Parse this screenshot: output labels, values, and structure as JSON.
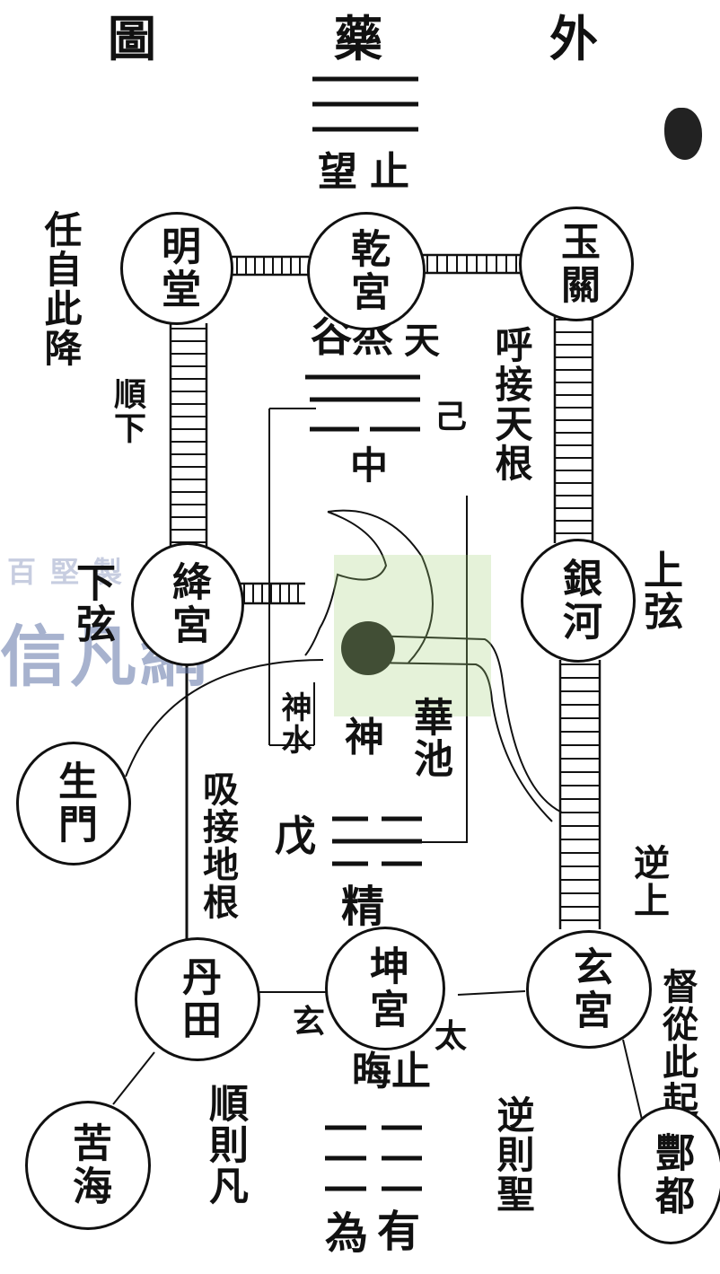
{
  "title": {
    "right": "外",
    "middle": "藥",
    "left": "圖"
  },
  "labels": {
    "top_caption": "望止",
    "ren_zi_ci_jiang": "任自此降",
    "shun_xia": "順下",
    "hu_jie_tian_gen": "呼接天根",
    "tian": "天",
    "gu_chao": "谷烝",
    "ji": "己",
    "zhong": "中",
    "xia_xian": "下弦",
    "shang_xian": "上弦",
    "shen_shui": "神水",
    "shen": "神",
    "hua_chi": "華池",
    "wu": "戊",
    "xi_jie_di_gen": "吸接地根",
    "jing": "精",
    "ni_shang": "逆上",
    "du_cong_ci_qi": "督從此起",
    "xuan": "玄",
    "tai": "太",
    "hui_zhi": "晦止",
    "shun_ze_fan": "順則凡",
    "ni_ze_sheng": "逆則聖",
    "you": "有",
    "wei": "為"
  },
  "nodes": {
    "ming_tang": "明堂",
    "qian_gong": "乾宮",
    "yu_guan": "玉關",
    "jiang_gong": "絳宮",
    "yin_he": "銀河",
    "sheng_men": "生門",
    "dan_tian": "丹田",
    "kun_gong": "坤宮",
    "xuan_gong": "玄宮",
    "ku_hai": "苦海",
    "feng_du": "酆都"
  },
  "watermark": {
    "top": "百堅製",
    "bottom": "信凡網"
  }
}
